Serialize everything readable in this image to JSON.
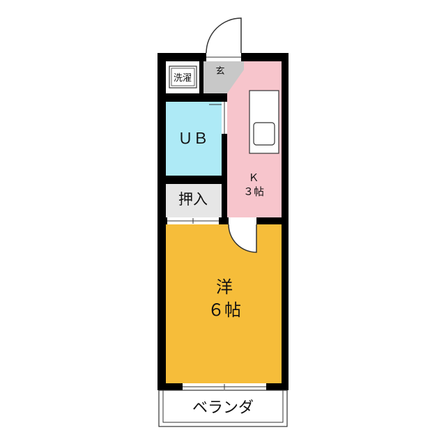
{
  "rooms": {
    "laundry": {
      "label": "洗濯",
      "color": "#ffffff"
    },
    "entrance": {
      "label": "玄",
      "color": "#c8c8c8"
    },
    "bath": {
      "label": "ＵＢ",
      "color": "#aeeaf6"
    },
    "closet": {
      "label": "押入",
      "color": "#e6e6e6"
    },
    "kitchen": {
      "label_line1": "Ｋ",
      "label_line2": "３帖",
      "color": "#f7c5cc"
    },
    "western": {
      "label_line1": "洋",
      "label_line2": "６帖",
      "color": "#f6bd3a"
    },
    "balcony": {
      "label": "ベランダ",
      "color": "#ffffff"
    }
  },
  "colors": {
    "wall": "#000000",
    "fixture_line": "#333333"
  }
}
